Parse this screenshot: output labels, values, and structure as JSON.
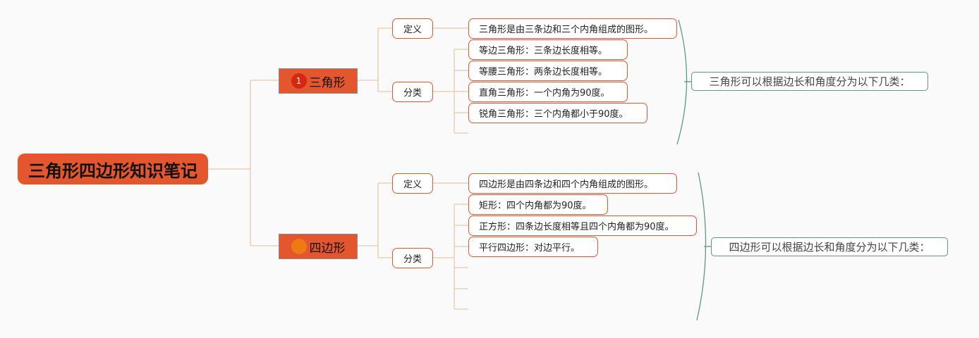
{
  "root": {
    "title": "三角形四边形知识笔记"
  },
  "branches": [
    {
      "label": "三角形",
      "badge": "1",
      "definition_label": "定义",
      "definition": "三角形是由三条边和三个内角组成的图形。",
      "classification_label": "分类",
      "items": [
        "等边三角形：三条边长度相等。",
        "等腰三角形：两条边长度相等。",
        "直角三角形：一个内角为90度。",
        "锐角三角形：三个内角都小于90度。"
      ],
      "summary": "三角形可以根据边长和角度分为以下几类："
    },
    {
      "label": "四边形",
      "badge": "",
      "definition_label": "定义",
      "definition": "四边形是由四条边和四个内角组成的图形。",
      "classification_label": "分类",
      "items": [
        "矩形：四个内角都为90度。",
        "正方形：四条边长度相等且四个内角都为90度。",
        "平行四边形：对边平行。"
      ],
      "summary": "四边形可以根据边长和角度分为以下几类："
    }
  ],
  "colors": {
    "accent": "#e4572e",
    "connector": "#e8c9a8",
    "summary_border": "#5a9a86"
  }
}
